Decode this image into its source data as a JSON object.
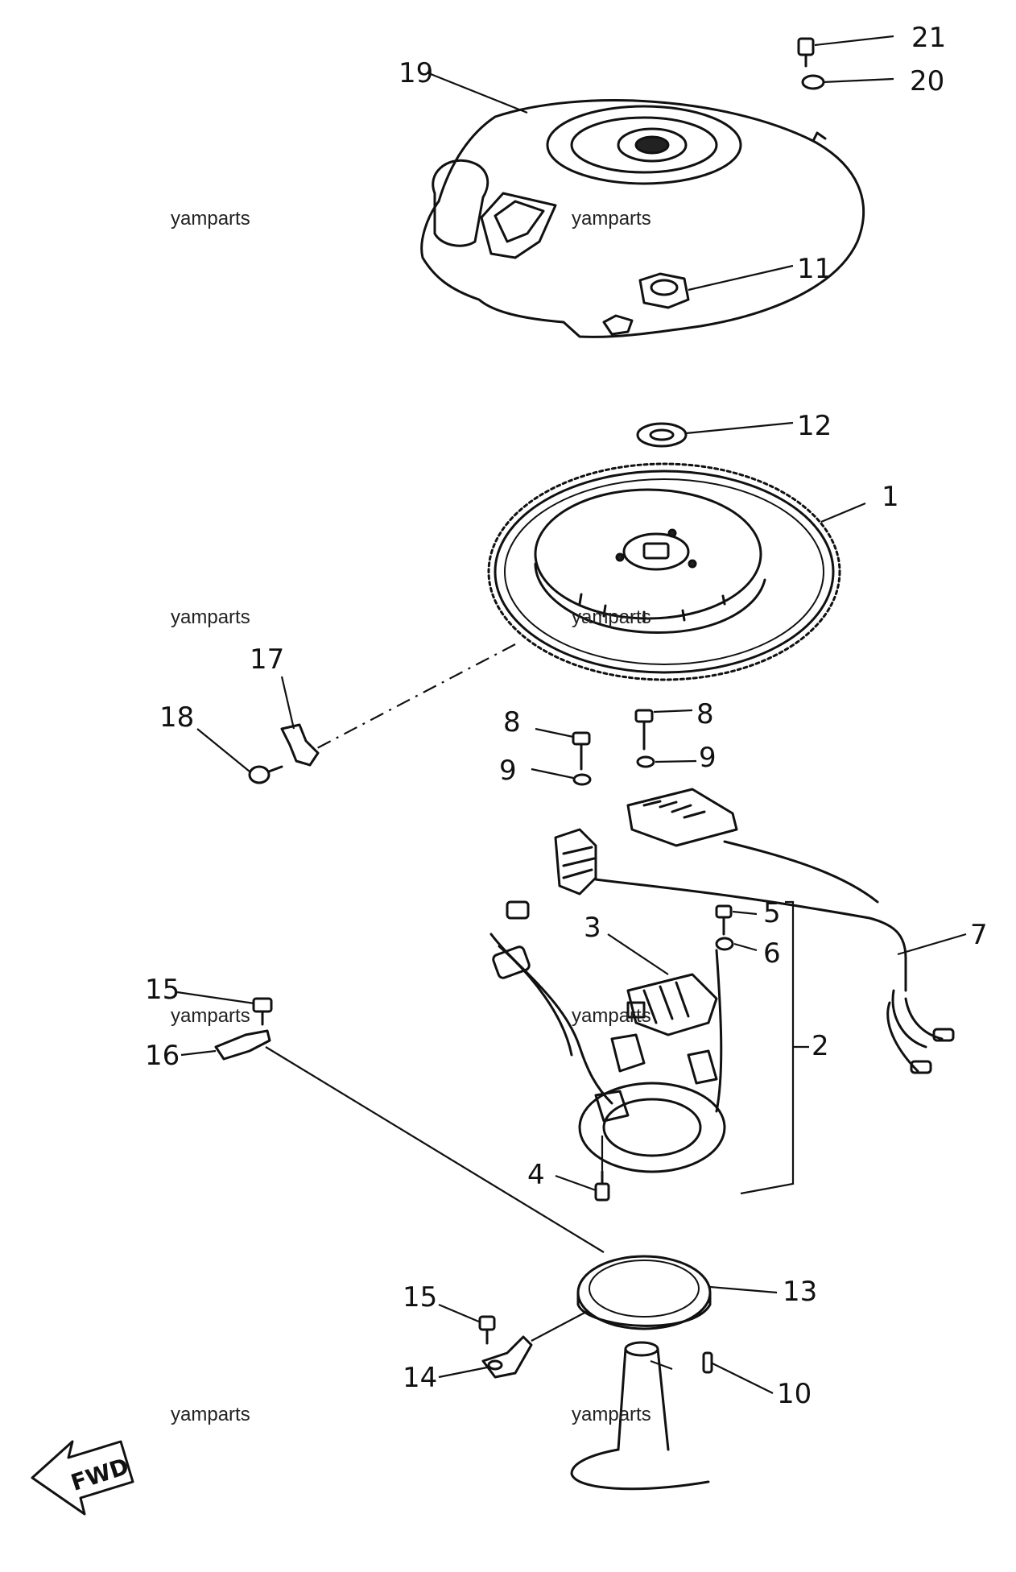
{
  "watermarks": [
    "yamparts",
    "yamparts",
    "yamparts",
    "yamparts",
    "yamparts",
    "yamparts",
    "yamparts",
    "yamparts"
  ],
  "callouts": {
    "c1": "1",
    "c2": "2",
    "c3": "3",
    "c4": "4",
    "c5": "5",
    "c6": "6",
    "c7": "7",
    "c8a": "8",
    "c8b": "8",
    "c9a": "9",
    "c9b": "9",
    "c10": "10",
    "c11": "11",
    "c12": "12",
    "c13": "13",
    "c14": "14",
    "c15a": "15",
    "c15b": "15",
    "c16": "16",
    "c17": "17",
    "c18": "18",
    "c19": "19",
    "c20": "20",
    "c21": "21"
  },
  "fwd_label": "FWD"
}
